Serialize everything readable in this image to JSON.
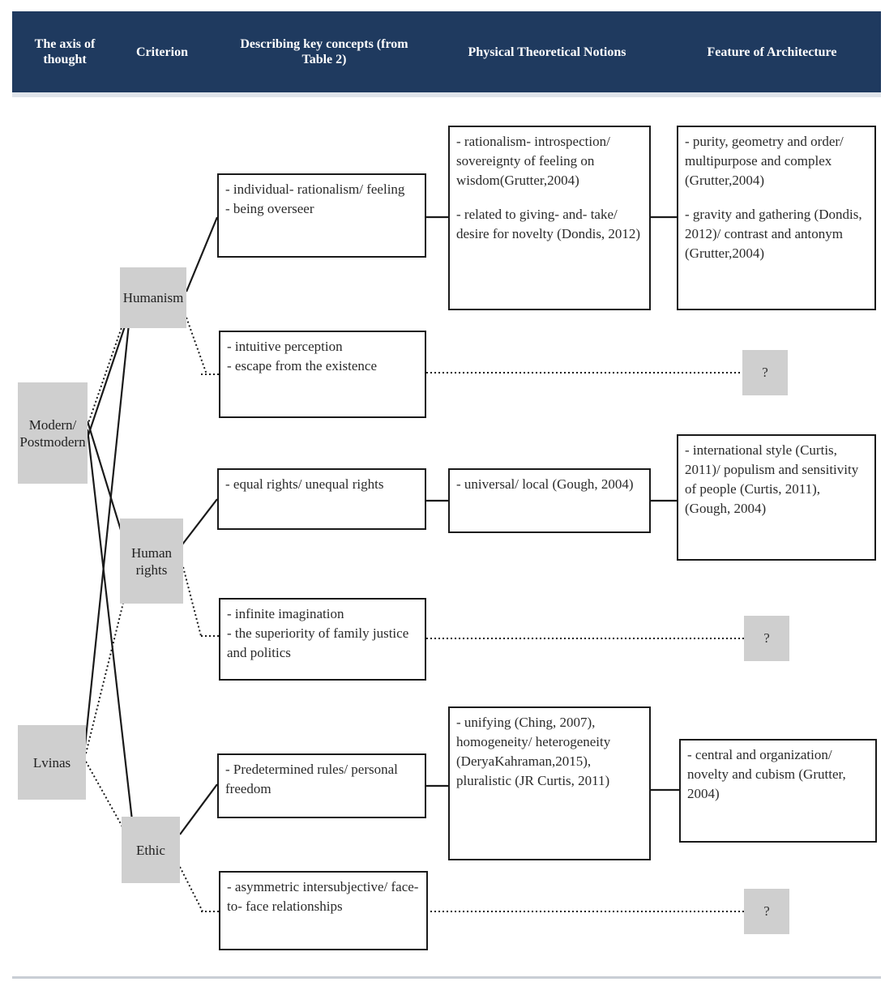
{
  "header": {
    "columns": [
      "The axis of thought",
      "Criterion",
      "Describing key concepts (from Table 2)",
      "Physical Theoretical Notions",
      "Feature of Architecture"
    ]
  },
  "axis_nodes": [
    {
      "label": "Modern/ Postmodern"
    },
    {
      "label": "Lvinas"
    }
  ],
  "criterion_nodes": [
    {
      "label": "Humanism"
    },
    {
      "label": "Human rights"
    },
    {
      "label": "Ethic"
    }
  ],
  "concepts": [
    {
      "lines": [
        "- individual- rationalism/ feeling",
        "- being overseer"
      ]
    },
    {
      "lines": [
        "- intuitive perception",
        "- escape from the existence"
      ]
    },
    {
      "lines": [
        "- equal rights/ unequal rights"
      ]
    },
    {
      "lines": [
        "- infinite imagination",
        "- the superiority of family justice and politics"
      ]
    },
    {
      "lines": [
        "- Predetermined rules/ personal freedom"
      ]
    },
    {
      "lines": [
        "- asymmetric intersubjective/ face- to- face relationships"
      ]
    }
  ],
  "notions": [
    {
      "paragraphs": [
        "- rationalism- introspection/ sovereignty of feeling on wisdom(Grutter,2004)",
        "- related to giving- and- take/ desire for novelty (Dondis, 2012)"
      ]
    },
    {
      "paragraphs": [
        "- universal/ local (Gough, 2004)"
      ]
    },
    {
      "paragraphs": [
        "- unifying (Ching, 2007), homogeneity/ heterogeneity (DeryaKahraman,2015), pluralistic (JR Curtis, 2011)"
      ]
    }
  ],
  "features": [
    {
      "paragraphs": [
        "- purity, geometry and order/ multipurpose and complex (Grutter,2004)",
        "- gravity and gathering (Dondis, 2012)/ contrast and antonym (Grutter,2004)"
      ]
    },
    {
      "paragraphs": [
        "- international style (Curtis, 2011)/ populism and sensitivity of people (Curtis, 2011), (Gough, 2004)"
      ]
    },
    {
      "paragraphs": [
        "- central and organization/ novelty and cubism (Grutter, 2004)"
      ]
    }
  ],
  "unknown_marks": [
    "?",
    "?",
    "?"
  ]
}
